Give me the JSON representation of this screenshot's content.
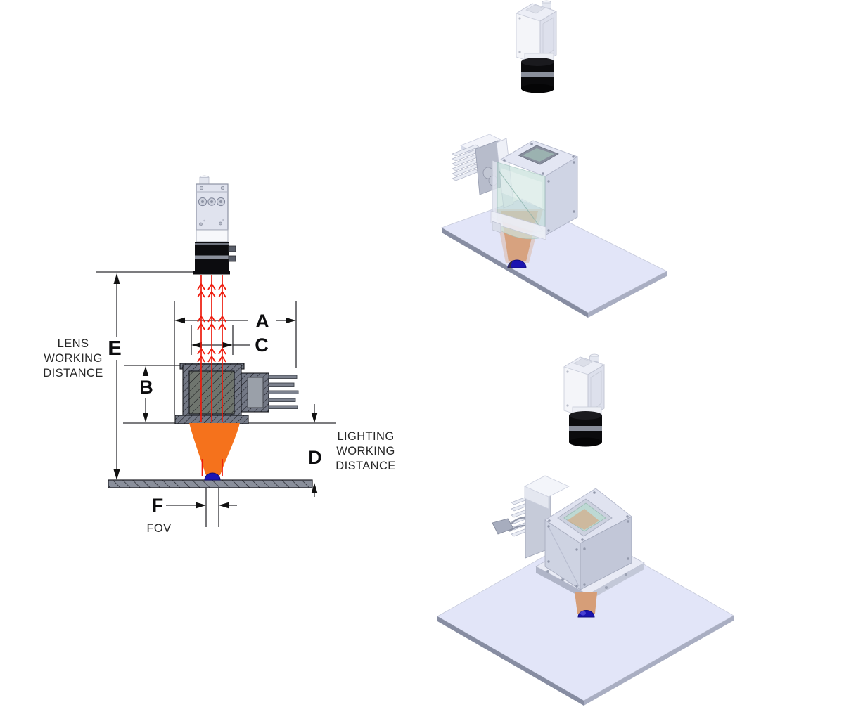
{
  "diagram": {
    "dim_labels": {
      "A": "A",
      "B": "B",
      "C": "C",
      "D": "D",
      "E": "E",
      "F": "F"
    },
    "lens_working_distance": {
      "line1": "LENS",
      "line2": "WORKING",
      "line3": "DISTANCE"
    },
    "lighting_working_distance": {
      "line1": "LIGHTING",
      "line2": "WORKING",
      "line3": "DISTANCE"
    },
    "fov_label": "FOV",
    "colors": {
      "ray_red": "#ee1a0c",
      "cone_orange": "#f5721c",
      "dome_blue_2d": "#1c15b5",
      "dome_blue_3d": "#1b13b0",
      "cone_tan_3d": "#d69e78",
      "plate_lavender": "#e2e5f8",
      "section_gray": "#737885",
      "dimension_line": "#2e2e33"
    }
  }
}
